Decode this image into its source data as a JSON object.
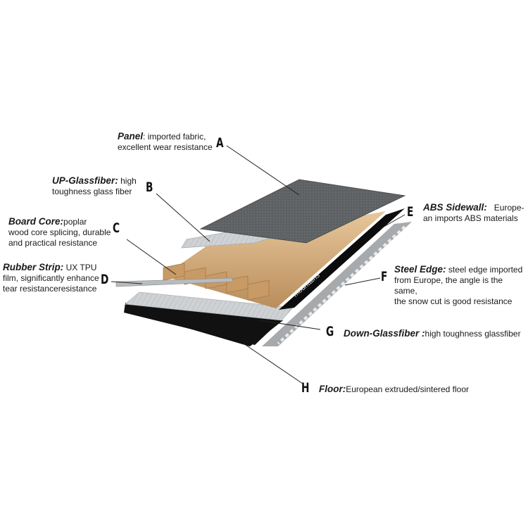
{
  "layers": [
    {
      "letter": "A",
      "title": "Panel",
      "sep": ": ",
      "desc_lines": [
        "imported fabric,",
        "excellent wear resistance"
      ]
    },
    {
      "letter": "B",
      "title": "UP-Glassfiber:",
      "sep": " ",
      "desc_lines": [
        "high",
        "toughness glass fiber"
      ]
    },
    {
      "letter": "C",
      "title": "Board Core:",
      "sep": "",
      "desc_lines": [
        "poplar",
        "wood core splicing, durable",
        "and practical resistance"
      ]
    },
    {
      "letter": "D",
      "title": "Rubber Strip:",
      "sep": " ",
      "desc_lines": [
        "UX TPU",
        "film, significantly enhance",
        "tear resistanceresistance"
      ]
    },
    {
      "letter": "E",
      "title": "ABS Sidewall:",
      "sep": "   ",
      "desc_lines": [
        "Europe-",
        "an imports ABS materials"
      ]
    },
    {
      "letter": "F",
      "title": "Steel Edge:",
      "sep": " ",
      "desc_lines": [
        "steel edge imported",
        "from Europe, the angle is the same,",
        "the snow cut is good resistance"
      ]
    },
    {
      "letter": "G",
      "title": "Down-Glassfiber :",
      "sep": "",
      "desc_lines": [
        "high toughness glassfiber"
      ]
    },
    {
      "letter": "H",
      "title": "Floor:",
      "sep": "",
      "desc_lines": [
        "European extruded/sintered floor"
      ]
    }
  ],
  "sidewall_print": "mountains",
  "colors": {
    "panel": "#5b5f61",
    "glass": "#c9ccce",
    "wood": "#d9b383",
    "floor": "#101010",
    "steel": "#9a9da0"
  }
}
